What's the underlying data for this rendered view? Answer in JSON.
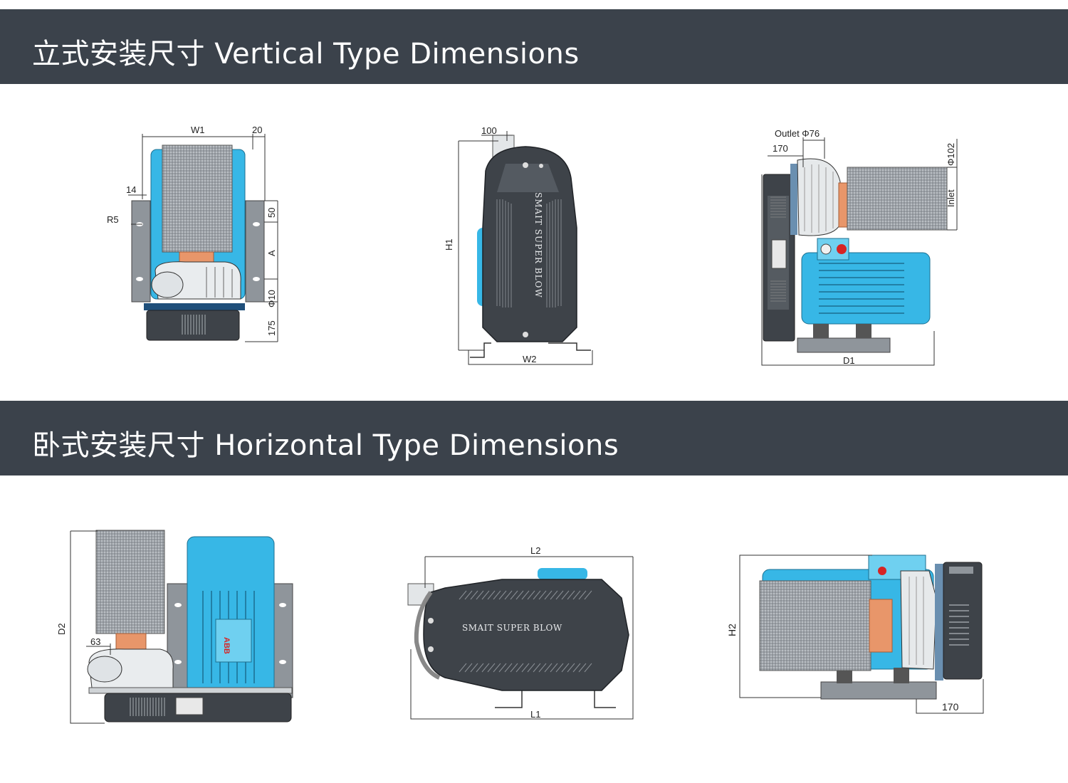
{
  "sections": [
    {
      "title": "立式安装尺寸 Vertical Type Dimensions"
    },
    {
      "title": "卧式安装尺寸 Horizontal Type Dimensions"
    }
  ],
  "vertical": {
    "front": {
      "w1": "W1",
      "d20": "20",
      "d14": "14",
      "r5": "R5",
      "d50": "50",
      "a": "A",
      "phi10": "Φ10",
      "d175": "175"
    },
    "side": {
      "d100": "100",
      "h1": "H1",
      "w2": "W2",
      "brand": "SMAIT SUPER BLOW"
    },
    "top": {
      "outlet": "Outlet  Φ76",
      "d170": "170",
      "phi102": "Φ102",
      "inlet": "Inlet",
      "d1": "D1"
    }
  },
  "horizontal": {
    "front": {
      "d2": "D2",
      "d63": "63",
      "motor_brand": "ABB"
    },
    "side": {
      "l2": "L2",
      "l1": "L1",
      "brand": "SMAIT SUPER BLOW"
    },
    "end": {
      "h2": "H2",
      "d170": "170"
    }
  },
  "colors": {
    "banner": "#3b424b",
    "motor": "#37b7e6",
    "housing": "#3e4349",
    "filter": "#9aa0a6",
    "plate": "#8f959b",
    "copper": "#e8966a",
    "red": "#d62424"
  },
  "icons": [
    "filter-cartridge",
    "impeller-housing",
    "electric-motor",
    "mounting-plate"
  ]
}
